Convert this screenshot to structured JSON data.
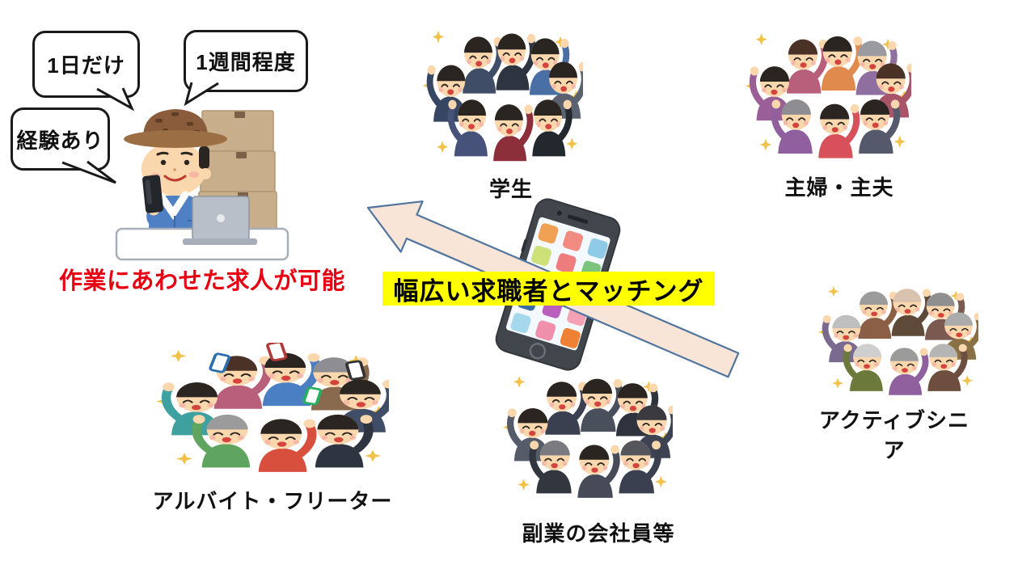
{
  "figure": {
    "type": "job-matching-diagram",
    "background": "#ffffff"
  },
  "employer_side": {
    "illustration": "warehouse-worker-with-smartphone-laptop-and-boxes",
    "speech_bubbles": [
      {
        "text": "1日だけ"
      },
      {
        "text": "1週間程度"
      },
      {
        "text": "経験あり"
      }
    ],
    "caption": {
      "text": "作業にあわせた求人が可能",
      "color": "#e60012"
    }
  },
  "matching": {
    "banner": {
      "text": "幅広い求職者とマッチング",
      "bg": "#ffff00",
      "text_color": "#000000"
    },
    "arrow": {
      "direction": "up-left",
      "fill": "#f9e4d8",
      "stroke": "#51759e"
    },
    "illustration": "smartphone-with-app-icons"
  },
  "job_seeker_groups": [
    {
      "id": "students",
      "label": "学生",
      "illustration": "cheering-students-crowd"
    },
    {
      "id": "housewives-househusbands",
      "label": "主婦・主夫",
      "illustration": "cheering-housewives-crowd"
    },
    {
      "id": "active-seniors",
      "label": "アクティブシニア",
      "illustration": "cheering-seniors-crowd"
    },
    {
      "id": "side-job-employees",
      "label": "副業の会社員等",
      "illustration": "cheering-office-workers-crowd"
    },
    {
      "id": "part-timers-freeters",
      "label": "アルバイト・フリーター",
      "illustration": "crowd-holding-up-smartphones"
    }
  ]
}
